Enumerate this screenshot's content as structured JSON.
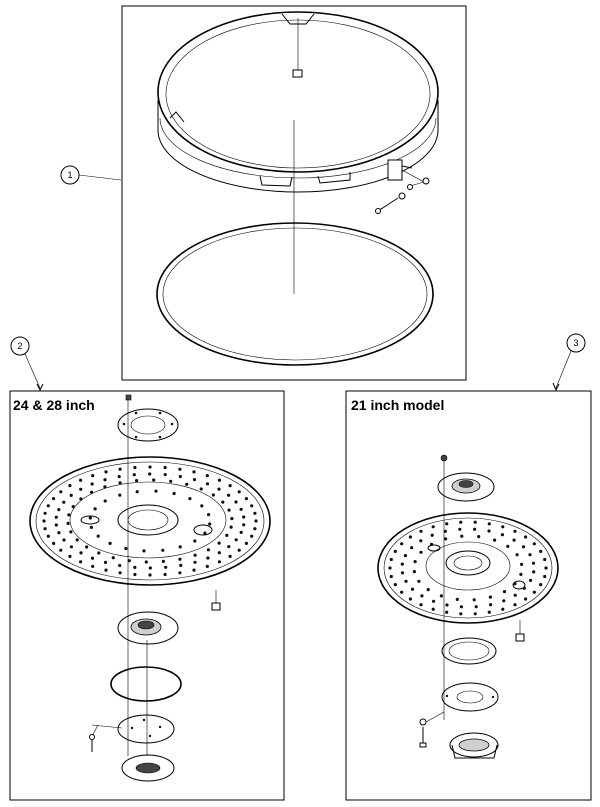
{
  "callouts": [
    {
      "number": "1"
    },
    {
      "number": "2"
    },
    {
      "number": "3"
    }
  ],
  "panels": {
    "left_title": "24 & 28 inch",
    "right_title": "21 inch model"
  }
}
